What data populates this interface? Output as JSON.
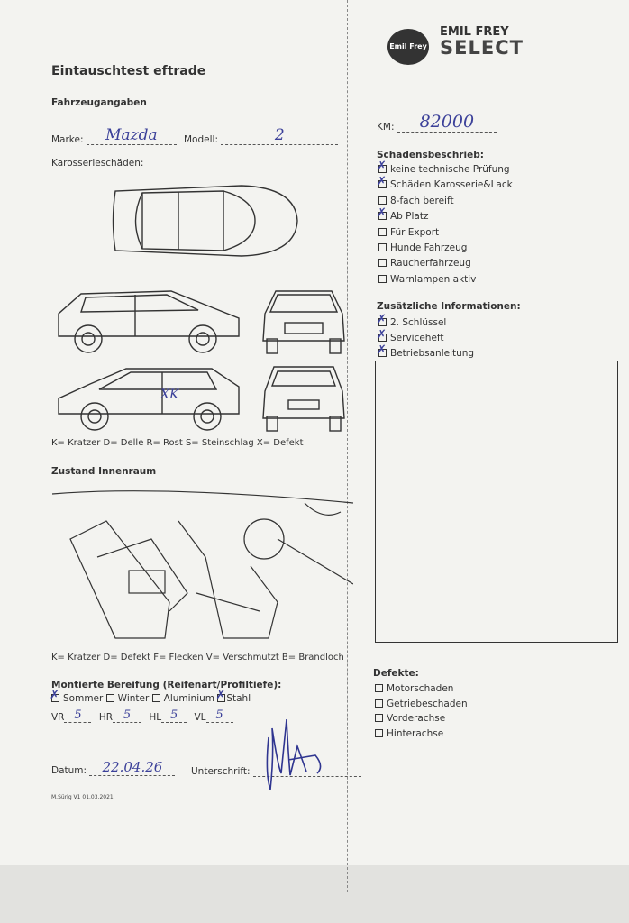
{
  "logo": {
    "badge_text": "Emil Frey",
    "brand_line1": "EMIL FREY",
    "brand_line2": "SELECT"
  },
  "title": "Eintauschtest eftrade",
  "vehicle": {
    "section": "Fahrzeugangaben",
    "make_label": "Marke:",
    "make_value": "Mazda",
    "model_label": "Modell:",
    "model_value": "2",
    "km_label": "KM:",
    "km_value": "82000"
  },
  "body_damage": {
    "section": "Karosserieschäden:",
    "mark": "XK",
    "legend": "K= Kratzer D= Delle R= Rost S= Steinschlag X= Defekt"
  },
  "interior": {
    "section": "Zustand Innenraum",
    "legend": "K= Kratzer D= Defekt F= Flecken V= Verschmutzt B= Brandloch"
  },
  "tires": {
    "section": "Montierte Bereifung (Reifenart/Profiltiefe):",
    "options": [
      {
        "label": "Sommer",
        "checked": true
      },
      {
        "label": "Winter",
        "checked": false
      },
      {
        "label": "Aluminium",
        "checked": false
      },
      {
        "label": "Stahl",
        "checked": true
      }
    ],
    "depths": [
      {
        "label": "VR",
        "value": "5"
      },
      {
        "label": "HR",
        "value": "5"
      },
      {
        "label": "HL",
        "value": "5"
      },
      {
        "label": "VL",
        "value": "5"
      }
    ]
  },
  "date_label": "Datum:",
  "date_value": "22.04.26",
  "signature_label": "Unterschrift:",
  "signature": "signature",
  "footer": "M.Sürig V1 01.03.2021",
  "damage_desc": {
    "section": "Schadensbeschrieb:",
    "items": [
      {
        "label": "keine technische Prüfung",
        "checked": true
      },
      {
        "label": "Schäden Karosserie&Lack",
        "checked": true
      },
      {
        "label": "8-fach bereift",
        "checked": false
      },
      {
        "label": "Ab Platz",
        "checked": true
      },
      {
        "label": "Für Export",
        "checked": false
      },
      {
        "label": "Hunde Fahrzeug",
        "checked": false
      },
      {
        "label": "Raucherfahrzeug",
        "checked": false
      },
      {
        "label": "Warnlampen aktiv",
        "checked": false
      }
    ]
  },
  "additional": {
    "section": "Zusätzliche Informationen:",
    "items": [
      {
        "label": "2. Schlüssel",
        "checked": true
      },
      {
        "label": "Serviceheft",
        "checked": true
      },
      {
        "label": "Betriebsanleitung",
        "checked": true
      }
    ]
  },
  "defects": {
    "section": "Defekte:",
    "items": [
      {
        "label": "Motorschaden",
        "checked": false
      },
      {
        "label": "Getriebeschaden",
        "checked": false
      },
      {
        "label": "Vorderachse",
        "checked": false
      },
      {
        "label": "Hinterachse",
        "checked": false
      }
    ]
  },
  "colors": {
    "ink": "#3b4099",
    "paper": "#f3f3f0"
  }
}
